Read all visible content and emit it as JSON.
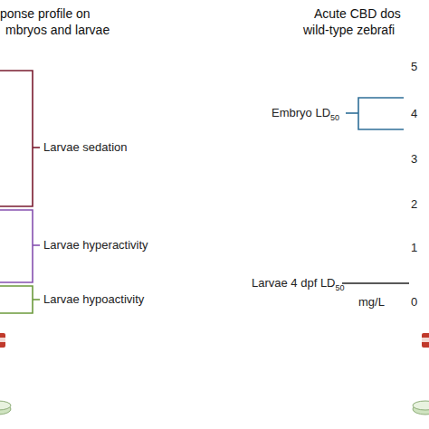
{
  "diagram": {
    "labels": [
      "ponse profile on",
      "mbryos and larvae",
      "Larvae sedation",
      "Larvae hyperactivity",
      "Larvae hypoactivity",
      "Acute CBD dos",
      "wild-type zebrafi",
      "5",
      "4",
      "3",
      "2",
      "1",
      "0",
      "Embryo LD",
      "50",
      "Larvae 4 dpf LD",
      "50",
      "mg/L"
    ]
  }
}
